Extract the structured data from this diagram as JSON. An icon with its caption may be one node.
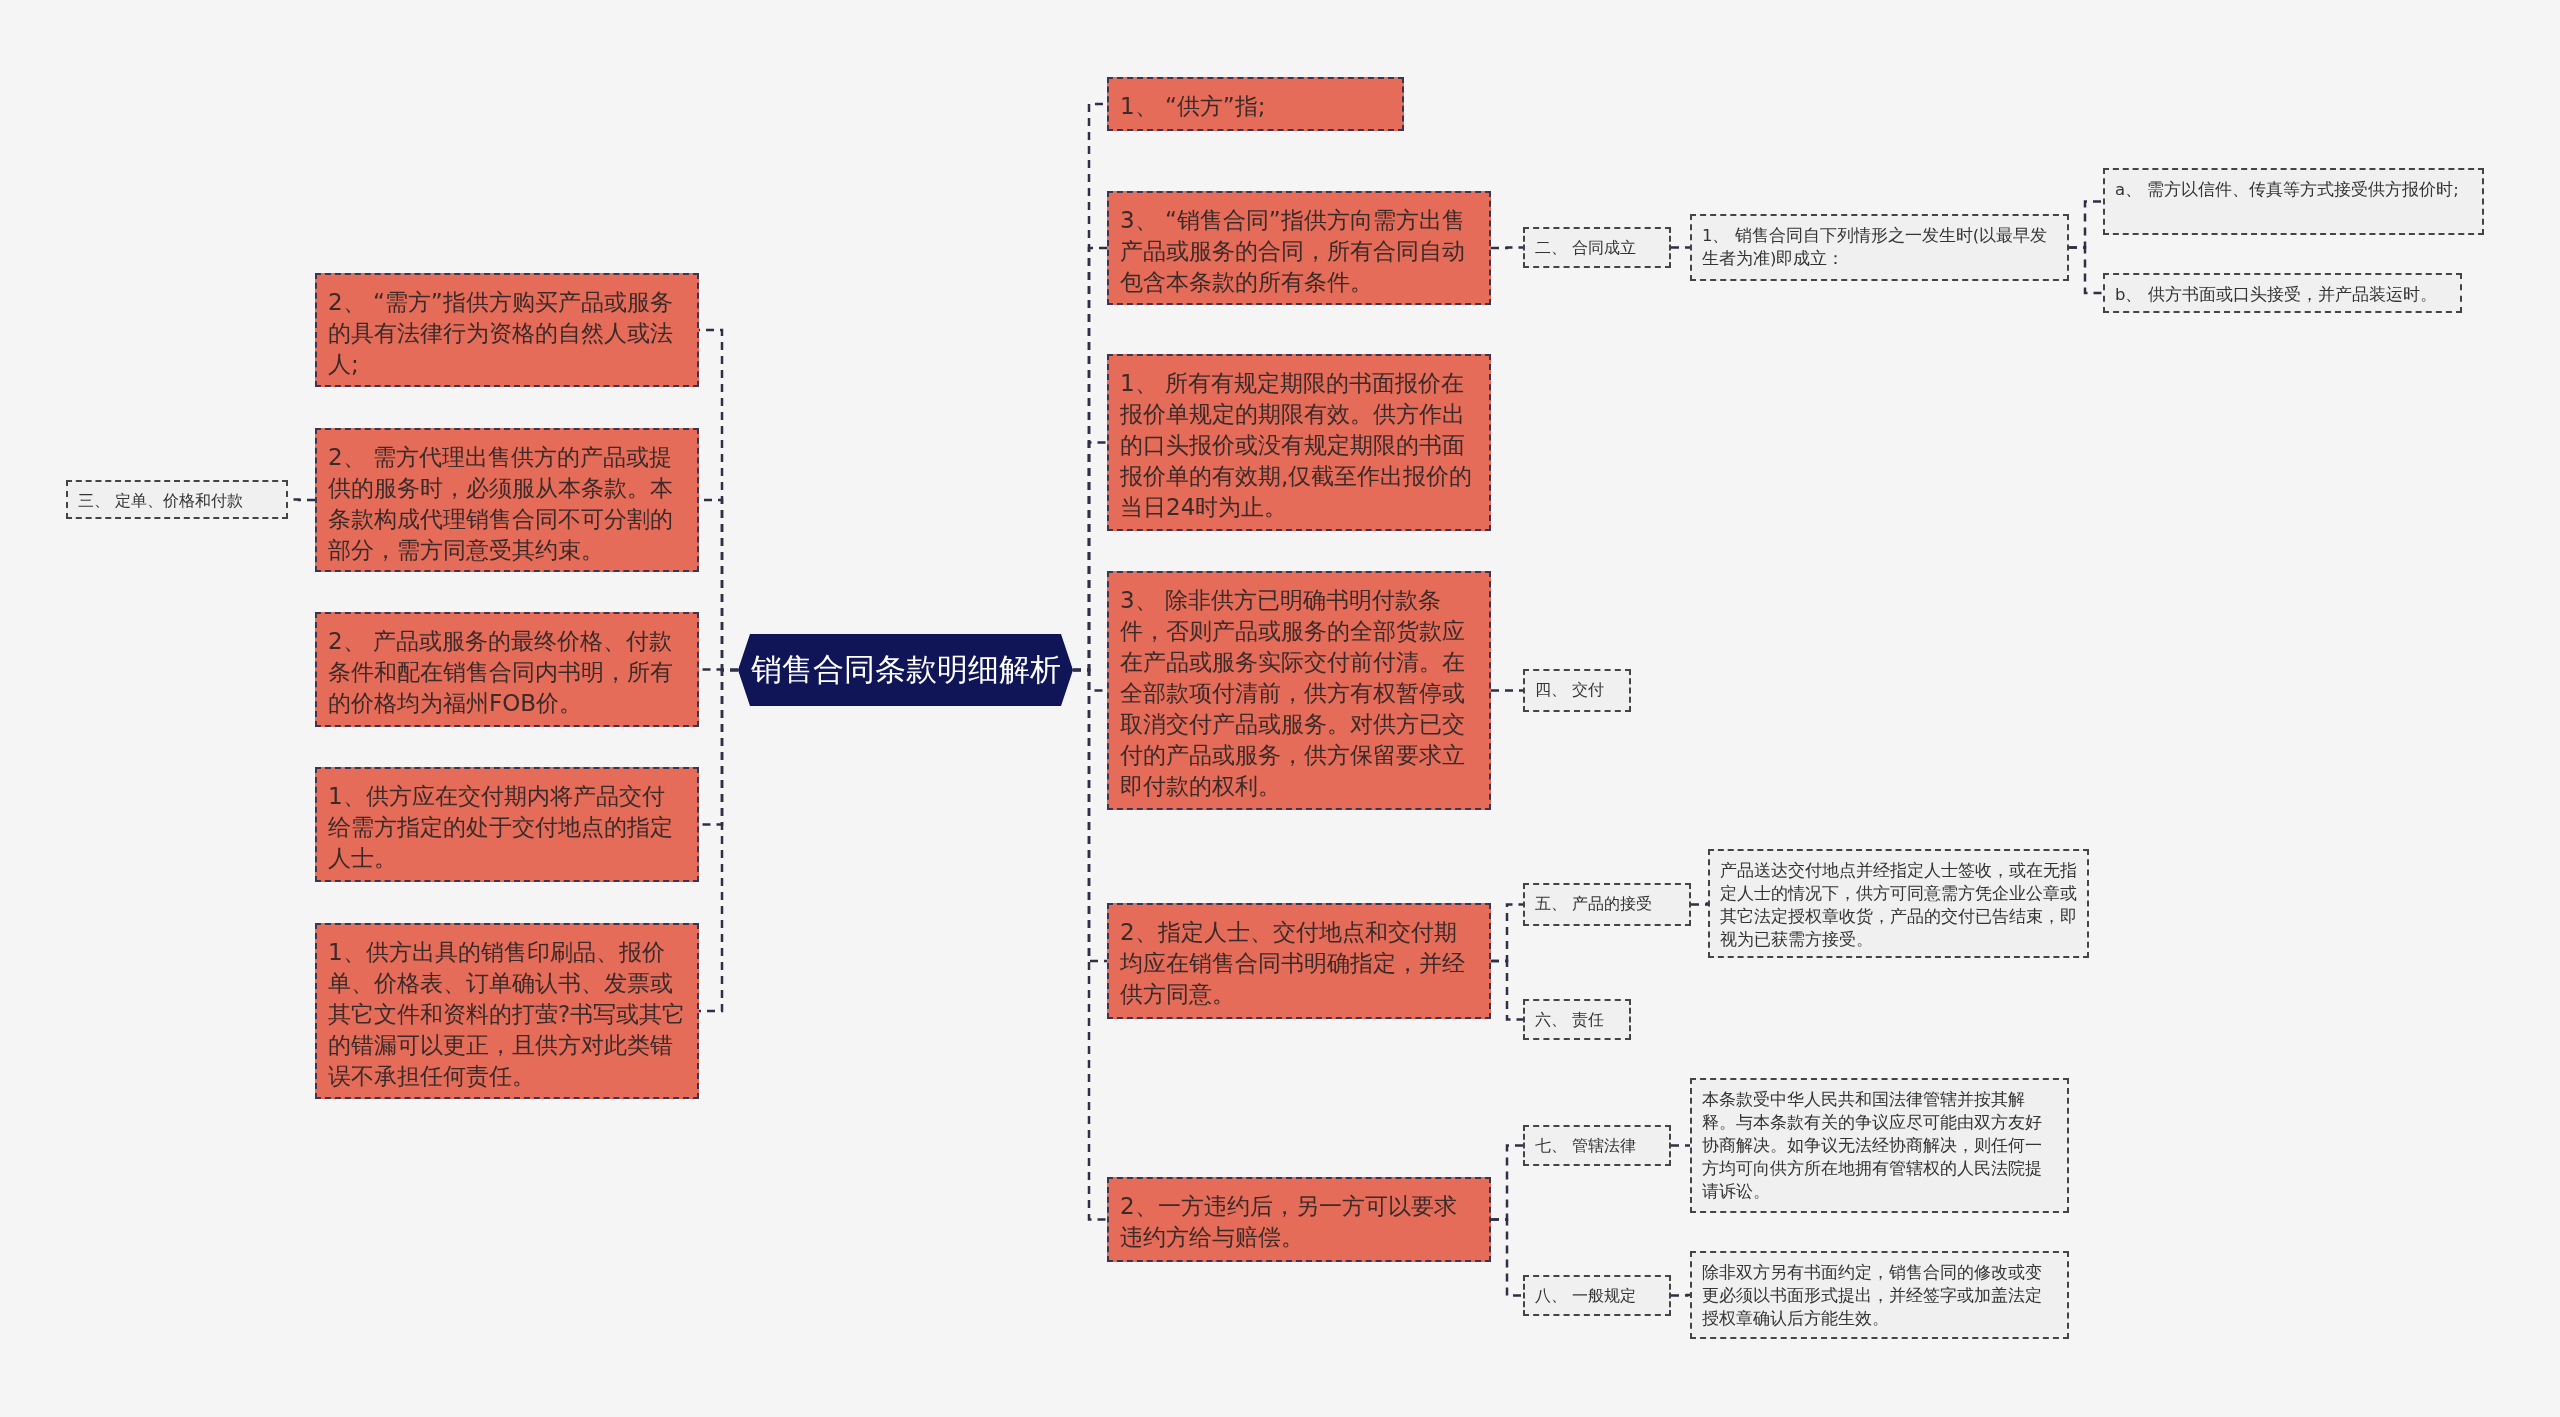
{
  "diagram": {
    "nodes": [
      {
        "text": [
          "销售合同条款明细解析"
        ]
      },
      {
        "text": [
          "2、 “需方”指供方购买产品或服务的具有法律行为资格的自然人或法人;"
        ]
      },
      {
        "text": [
          "2、 需方代理出售供方的产品或提供的服务时，必须服从本条款。本条款构成代理销售合同不可分割的部分，需方同意受其约束。"
        ]
      },
      {
        "text": [
          "2、 产品或服务的最终价格、付款条件和配在销售合同内书明，所有的价格均为福州FOB价。"
        ]
      },
      {
        "text": [
          "1、供方应在交付期内将产品交付给需方指定的处于交付地点的指定人士。"
        ]
      },
      {
        "text": [
          "1、供方出具的销售印刷品、报价单、价格表、订单确认书、发票或其它文件和资料的打萤?书写或其它的错漏可以更正，且供方对此类错误不承担任何责任。"
        ]
      },
      {
        "text": [
          "三、 定单、价格和付款"
        ]
      },
      {
        "text": [
          "1、 “供方”指;"
        ]
      },
      {
        "text": [
          "3、 “销售合同”指供方向需方出售产品或服务的合同，所有合同自动包含本条款的所有条件。"
        ]
      },
      {
        "text": [
          "二、 合同成立"
        ]
      },
      {
        "text": [
          "1、 销售合同自下列情形之一发生时(以最早发生者为准)即成立："
        ]
      },
      {
        "text": [
          "a、 需方以信件、传真等方式接受供方报价时;"
        ]
      },
      {
        "text": [
          "b、 供方书面或口头接受，并产品装运时。"
        ]
      },
      {
        "text": [
          "1、 所有有规定期限的书面报价在报价单规定的期限有效。供方作出的口头报价或没有规定期限的书面报价单的有效期,仅截至作出报价的当日24时为止。"
        ]
      },
      {
        "text": [
          "3、 除非供方已明确书明付款条件，否则产品或服务的全部货款应在产品或服务实际交付前付清。在全部款项付清前，供方有权暂停或取消交付产品或服务。对供方已交付的产品或服务，供方保留要求立即付款的权利。"
        ]
      },
      {
        "text": [
          "四、 交付"
        ]
      },
      {
        "text": [
          "2、指定人士、交付地点和交付期均应在销售合同书明确指定，并经供方同意。"
        ]
      },
      {
        "text": [
          "五、 产品的接受"
        ]
      },
      {
        "text": [
          "产品送达交付地点并经指定人士签收，或在无指定人士的情况下，供方可同意需方凭企业公章或其它法定授权章收货，产品的交付已告结束，即视为已获需方接受。"
        ]
      },
      {
        "text": [
          "六、 责任"
        ]
      },
      {
        "text": [
          "2、一方违约后，另一方可以要求违约方给与赔偿。"
        ]
      },
      {
        "text": [
          "七、 管辖法律"
        ]
      },
      {
        "text": [
          "本条款受中华人民共和国法律管辖并按其解释。与本条款有关的争议应尽可能由双方友好协商解决。如争议无法经协商解决，则任何一方均可向供方所在地拥有管辖权的人民法院提请诉讼。"
        ]
      },
      {
        "text": [
          "八、 一般规定"
        ]
      },
      {
        "text": [
          "除非双方另有书面约定，销售合同的修改或变更必须以书面形式提出，并经签字或加盖法定授权章确认后方能生效。"
        ]
      }
    ],
    "edges": [
      {
        "from": 0,
        "to": 1,
        "arrow": "none",
        "style": "dashed"
      },
      {
        "from": 0,
        "to": 2,
        "arrow": "none",
        "style": "dashed"
      },
      {
        "from": 0,
        "to": 3,
        "arrow": "none",
        "style": "dashed"
      },
      {
        "from": 0,
        "to": 4,
        "arrow": "none",
        "style": "dashed"
      },
      {
        "from": 0,
        "to": 5,
        "arrow": "none",
        "style": "dashed"
      },
      {
        "from": 2,
        "to": 6,
        "arrow": "none",
        "style": "dashed"
      },
      {
        "from": 0,
        "to": 7,
        "arrow": "none",
        "style": "dashed"
      },
      {
        "from": 0,
        "to": 8,
        "arrow": "none",
        "style": "dashed"
      },
      {
        "from": 8,
        "to": 9,
        "arrow": "none",
        "style": "dashed"
      },
      {
        "from": 9,
        "to": 10,
        "arrow": "none",
        "style": "dashed"
      },
      {
        "from": 10,
        "to": 11,
        "arrow": "none",
        "style": "dashed"
      },
      {
        "from": 10,
        "to": 12,
        "arrow": "none",
        "style": "dashed"
      },
      {
        "from": 0,
        "to": 13,
        "arrow": "none",
        "style": "dashed"
      },
      {
        "from": 0,
        "to": 14,
        "arrow": "none",
        "style": "dashed"
      },
      {
        "from": 14,
        "to": 15,
        "arrow": "none",
        "style": "dashed"
      },
      {
        "from": 0,
        "to": 16,
        "arrow": "none",
        "style": "dashed"
      },
      {
        "from": 16,
        "to": 17,
        "arrow": "none",
        "style": "dashed"
      },
      {
        "from": 17,
        "to": 18,
        "arrow": "none",
        "style": "dashed"
      },
      {
        "from": 16,
        "to": 19,
        "arrow": "none",
        "style": "dashed"
      },
      {
        "from": 0,
        "to": 20,
        "arrow": "none",
        "style": "dashed"
      },
      {
        "from": 20,
        "to": 21,
        "arrow": "none",
        "style": "dashed"
      },
      {
        "from": 21,
        "to": 22,
        "arrow": "none",
        "style": "dashed"
      },
      {
        "from": 20,
        "to": 23,
        "arrow": "none",
        "style": "dashed"
      },
      {
        "from": 23,
        "to": 24,
        "arrow": "none",
        "style": "dashed"
      }
    ]
  }
}
